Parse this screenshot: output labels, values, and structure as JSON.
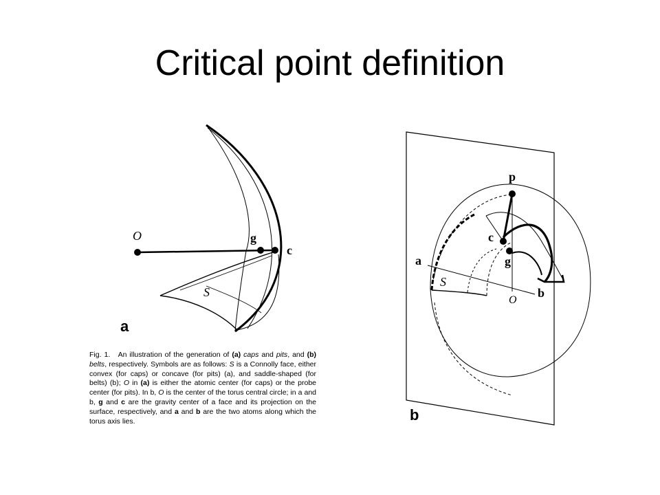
{
  "slide": {
    "title": "Critical point definition"
  },
  "panel_a": {
    "letter": "a",
    "labels": {
      "O": "O",
      "g": "g",
      "c": "c",
      "S": "S"
    }
  },
  "panel_b": {
    "letter": "b",
    "labels": {
      "p": "p",
      "c": "c",
      "g": "g",
      "a": "a",
      "b": "b",
      "S": "S",
      "O": "O"
    }
  },
  "caption": {
    "fig": "Fig. 1.",
    "t1": "An illustration of the generation of",
    "bold_a1": "(a)",
    "caps": "caps",
    "and": "and",
    "pits": "pits",
    "comma": ",",
    "t2": "and",
    "bold_b1": "(b)",
    "belts": "belts",
    "t3": ", respectively. Symbols are as follows:",
    "S1": "S",
    "t4": "is a Connolly face, either convex (for caps) or concave (for pits) (a), and saddle-shaped (for belts) (b);",
    "O1": "O",
    "t5": "in",
    "bold_a2": "(a)",
    "t6": "is either the atomic center (for caps) or the probe center (for pits). In b,",
    "O2": "O",
    "t7": "is the center of the torus central circle; in a and b,",
    "bold_g": "g",
    "t8": "and",
    "bold_c": "c",
    "t9": "are the gravity center of a face and its projection on the surface, respectively, and",
    "bold_a3": "a",
    "t10": "and",
    "bold_b2": "b",
    "t11": "are the two atoms along which the torus axis lies."
  }
}
